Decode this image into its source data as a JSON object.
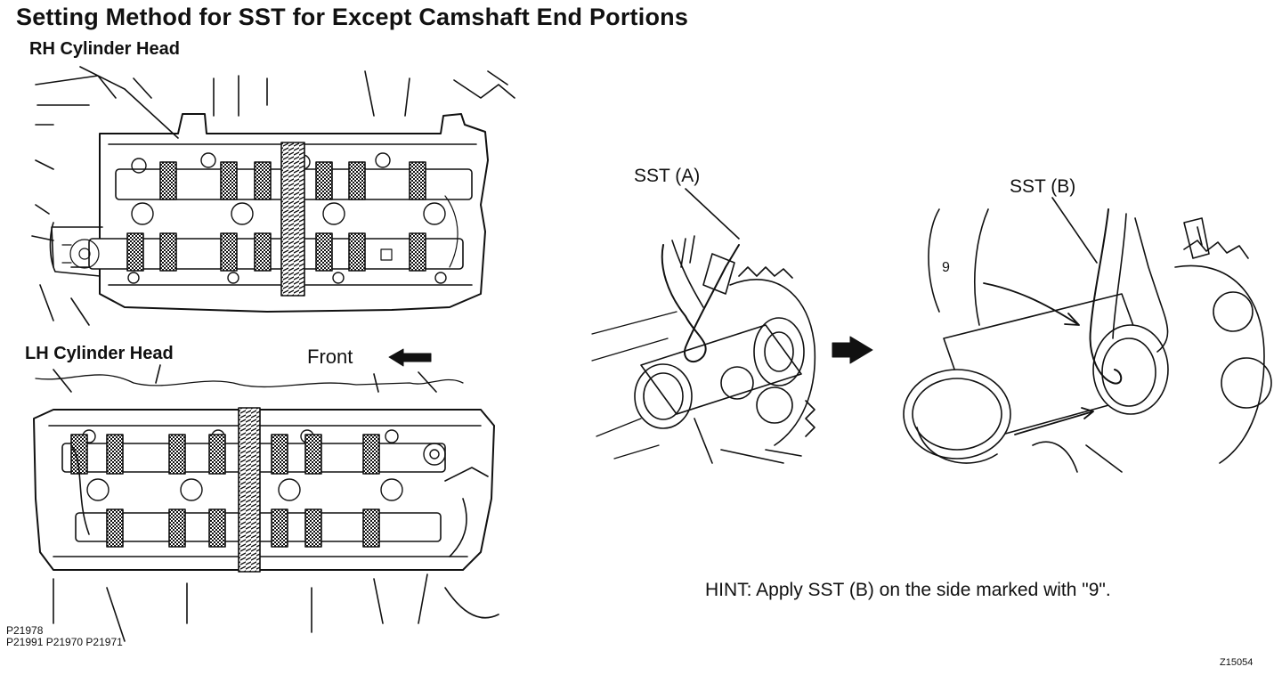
{
  "title": "Setting Method for SST for Except Camshaft End Portions",
  "rh_label": "RH Cylinder Head",
  "lh_label": "LH Cylinder Head",
  "front_label": "Front",
  "sst_a_label": "SST (A)",
  "sst_b_label": "SST (B)",
  "hint_text": "HINT:   Apply SST (B) on the side marked with \"9\".",
  "mark_9": "9",
  "ref_codes": [
    "P21978",
    "P21991 P21970 P21971"
  ],
  "figure_code": "Z15054",
  "icons": [
    "front-arrow-icon",
    "step-arrow-icon"
  ]
}
